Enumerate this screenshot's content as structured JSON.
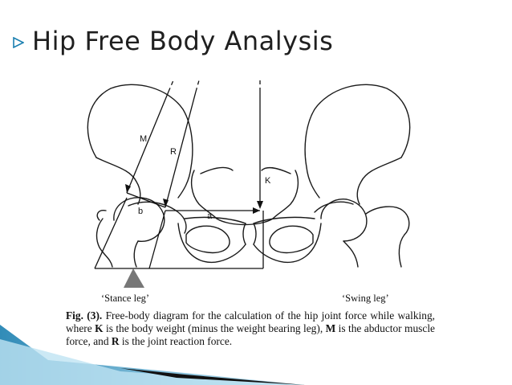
{
  "slide": {
    "title": "Hip Free Body Analysis",
    "accent_color": "#1a7fb0",
    "dark_color": "#111111"
  },
  "diagram": {
    "labels": {
      "m": "M",
      "r": "R",
      "k": "K",
      "a": "a",
      "b": "b",
      "stance": "‘Stance leg’",
      "swing": "‘Swing leg’"
    }
  },
  "caption": {
    "prefix": "Fig. (3).",
    "part1": " Free-body diagram for the calculation of the hip joint force while walking, where ",
    "k": "K",
    "part2": " is the body weight (minus the weight bearing leg), ",
    "m": "M",
    "part3": " is the abductor muscle force, and ",
    "r": "R",
    "part4": " is the joint reaction force."
  }
}
